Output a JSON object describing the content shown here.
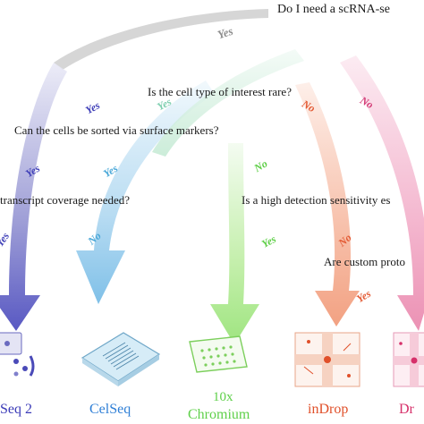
{
  "questions": {
    "q1": "Do I need a scRNA-se",
    "q2": "Is the cell type of interest rare?",
    "q3": "Can the cells be sorted via surface markers?",
    "q4": "transcript coverage needed?",
    "q5": "Is a high detection sensitivity es",
    "q6": "Are custom proto"
  },
  "answers": {
    "yes": "Yes",
    "no": "No"
  },
  "methods": {
    "smartseq": "Seq 2",
    "celseq": "CelSeq",
    "chromium_line1": "10x",
    "chromium_line2": "Chromium",
    "indrop": "inDrop",
    "dropseq": "Dr"
  },
  "colors": {
    "smartseq": "#3b3bb8",
    "celseq": "#2f7fd6",
    "chromium": "#5fd04a",
    "indrop": "#e0502a",
    "dropseq": "#d6306a",
    "gray": "#9a9a9a"
  }
}
